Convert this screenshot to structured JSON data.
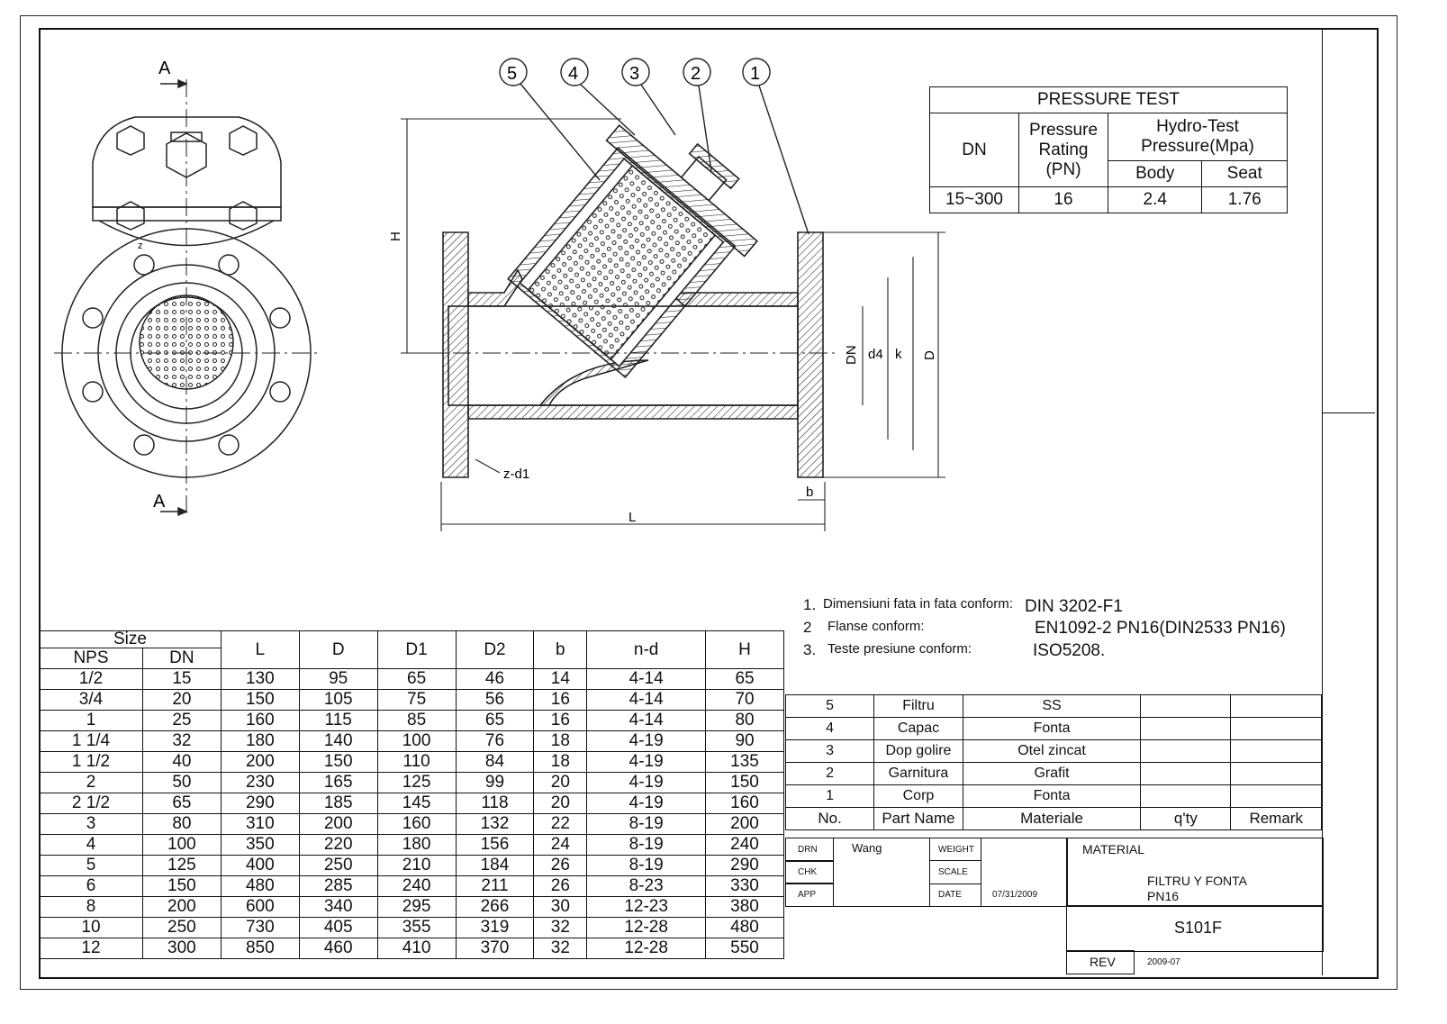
{
  "drawing": {
    "section_label": "A",
    "balloons": [
      "5",
      "4",
      "3",
      "2",
      "1"
    ],
    "dimensions": {
      "H": "H",
      "DN": "DN",
      "d4": "d4",
      "k": "k",
      "D": "D",
      "L": "L",
      "b": "b",
      "z_d1": "z-d1",
      "z_small": "z"
    }
  },
  "pressure_test": {
    "title": "PRESSURE TEST",
    "col_dn": "DN",
    "col_rating": "Pressure Rating (PN)",
    "col_hydro": "Hydro-Test Pressure(Mpa)",
    "col_body": "Body",
    "col_seat": "Seat",
    "row": {
      "dn": "15~300",
      "rating": "16",
      "body": "2.4",
      "seat": "1.76"
    }
  },
  "notes": [
    {
      "num": "1.",
      "text": "Dimensiuni fata in fata conform:",
      "standard": "DIN 3202-F1"
    },
    {
      "num": "2",
      "text": "Flanse conform:",
      "standard": "EN1092-2 PN16(DIN2533 PN16)"
    },
    {
      "num": "3.",
      "text": "Teste presiune conform:",
      "standard": "ISO5208."
    }
  ],
  "dimension_table": {
    "size_header": "Size",
    "headers": [
      "NPS",
      "DN",
      "L",
      "D",
      "D1",
      "D2",
      "b",
      "n-d",
      "H"
    ],
    "rows": [
      [
        "1/2",
        "15",
        "130",
        "95",
        "65",
        "46",
        "14",
        "4-14",
        "65"
      ],
      [
        "3/4",
        "20",
        "150",
        "105",
        "75",
        "56",
        "16",
        "4-14",
        "70"
      ],
      [
        "1",
        "25",
        "160",
        "115",
        "85",
        "65",
        "16",
        "4-14",
        "80"
      ],
      [
        "1 1/4",
        "32",
        "180",
        "140",
        "100",
        "76",
        "18",
        "4-19",
        "90"
      ],
      [
        "1 1/2",
        "40",
        "200",
        "150",
        "110",
        "84",
        "18",
        "4-19",
        "135"
      ],
      [
        "2",
        "50",
        "230",
        "165",
        "125",
        "99",
        "20",
        "4-19",
        "150"
      ],
      [
        "2 1/2",
        "65",
        "290",
        "185",
        "145",
        "118",
        "20",
        "4-19",
        "160"
      ],
      [
        "3",
        "80",
        "310",
        "200",
        "160",
        "132",
        "22",
        "8-19",
        "200"
      ],
      [
        "4",
        "100",
        "350",
        "220",
        "180",
        "156",
        "24",
        "8-19",
        "240"
      ],
      [
        "5",
        "125",
        "400",
        "250",
        "210",
        "184",
        "26",
        "8-19",
        "290"
      ],
      [
        "6",
        "150",
        "480",
        "285",
        "240",
        "211",
        "26",
        "8-23",
        "330"
      ],
      [
        "8",
        "200",
        "600",
        "340",
        "295",
        "266",
        "30",
        "12-23",
        "380"
      ],
      [
        "10",
        "250",
        "730",
        "405",
        "355",
        "319",
        "32",
        "12-28",
        "480"
      ],
      [
        "12",
        "300",
        "850",
        "460",
        "410",
        "370",
        "32",
        "12-28",
        "550"
      ]
    ]
  },
  "parts": {
    "headers": [
      "No.",
      "Part Name",
      "Materiale",
      "q'ty",
      "Remark"
    ],
    "rows": [
      [
        "5",
        "Filtru",
        "SS",
        "",
        ""
      ],
      [
        "4",
        "Capac",
        "Fonta",
        "",
        ""
      ],
      [
        "3",
        "Dop golire",
        "Otel zincat",
        "",
        ""
      ],
      [
        "2",
        "Garnitura",
        "Grafit",
        "",
        ""
      ],
      [
        "1",
        "Corp",
        "Fonta",
        "",
        ""
      ]
    ]
  },
  "title_block": {
    "drn_label": "DRN",
    "drn_value": "Wang",
    "chk_label": "CHK",
    "app_label": "APP",
    "weight_label": "WEIGHT",
    "scale_label": "SCALE",
    "date_label": "DATE",
    "date_value": "07/31/2009",
    "material_label": "MATERIAL",
    "title_line1": "FILTRU Y FONTA",
    "title_line2": "PN16",
    "drawing_no": "S101F",
    "rev_label": "REV",
    "rev_value": "2009-07"
  }
}
